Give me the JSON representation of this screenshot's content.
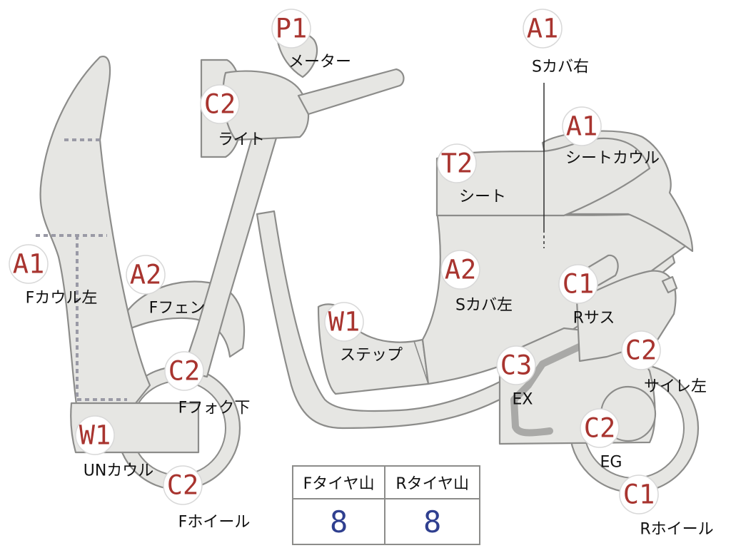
{
  "colors": {
    "part_fill": "#e6e6e3",
    "part_outline": "#8c8c8a",
    "badge_text": "#a8342f",
    "table_value": "#2f3f8f"
  },
  "parts": [
    {
      "id": "meter",
      "code": "P1",
      "label": "メーター"
    },
    {
      "id": "s-cover-right",
      "code": "A1",
      "label": "Sカバ右"
    },
    {
      "id": "light",
      "code": "C2",
      "label": "ライト"
    },
    {
      "id": "seat-cowl",
      "code": "A1",
      "label": "シートカウル"
    },
    {
      "id": "seat",
      "code": "T2",
      "label": "シート"
    },
    {
      "id": "f-cowl-left",
      "code": "A1",
      "label": "Fカウル左"
    },
    {
      "id": "f-fender",
      "code": "A2",
      "label": "Fフェン"
    },
    {
      "id": "s-cover-left",
      "code": "A2",
      "label": "Sカバ左"
    },
    {
      "id": "r-suspension",
      "code": "C1",
      "label": "Rサス"
    },
    {
      "id": "step",
      "code": "W1",
      "label": "ステップ"
    },
    {
      "id": "silencer-left",
      "code": "C2",
      "label": "サイレ左"
    },
    {
      "id": "exhaust",
      "code": "C3",
      "label": "EX"
    },
    {
      "id": "f-fork-lower",
      "code": "C2",
      "label": "Fフォク下"
    },
    {
      "id": "engine",
      "code": "C2",
      "label": "EG"
    },
    {
      "id": "under-cowl",
      "code": "W1",
      "label": "UNカウル"
    },
    {
      "id": "f-wheel",
      "code": "C2",
      "label": "Fホイール"
    },
    {
      "id": "r-wheel",
      "code": "C1",
      "label": "Rホイール"
    }
  ],
  "tire_table": {
    "front_header": "Fタイヤ山",
    "rear_header": "Rタイヤ山",
    "front_value": "8",
    "rear_value": "8"
  }
}
